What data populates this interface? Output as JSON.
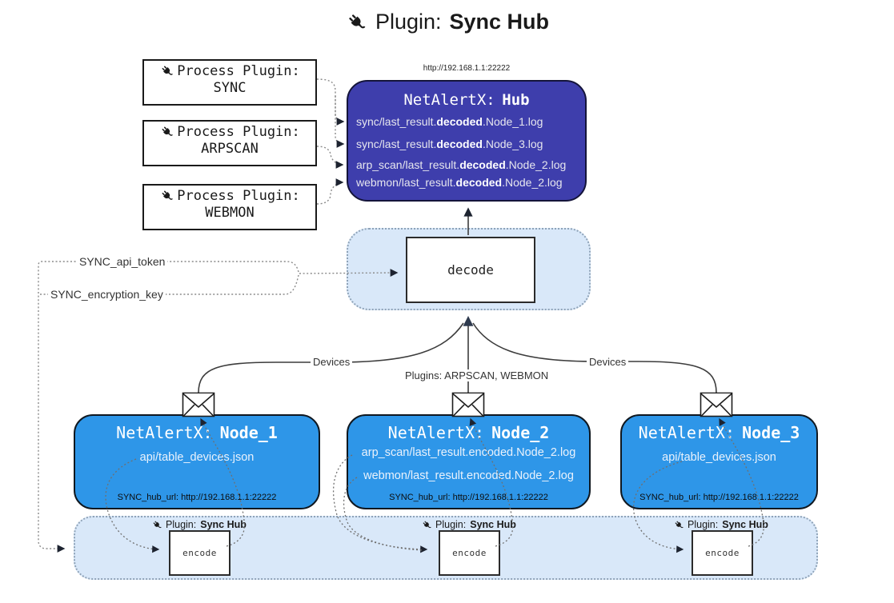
{
  "title": {
    "icon": "plug-icon",
    "prefix": "Plugin:",
    "bold": "Sync Hub"
  },
  "hub": {
    "url": "http://192.168.1.1:22222",
    "name_prefix": "NetAlertX:",
    "name_bold": "Hub",
    "lines": [
      {
        "pre": "sync/last_result.",
        "bold": "decoded",
        "post": ".Node_1.log"
      },
      {
        "pre": "sync/last_result.",
        "bold": "decoded",
        "post": ".Node_3.log"
      },
      {
        "pre": "arp_scan/last_result.",
        "bold": "decoded",
        "post": ".Node_2.log"
      },
      {
        "pre": "webmon/last_result.",
        "bold": "decoded",
        "post": ".Node_2.log"
      }
    ]
  },
  "process_plugins": {
    "label": "Process Plugin:",
    "items": [
      {
        "name": "SYNC"
      },
      {
        "name": "ARPSCAN"
      },
      {
        "name": "WEBMON"
      }
    ]
  },
  "decode": {
    "label": "decode"
  },
  "edge_labels": {
    "api_token": "SYNC_api_token",
    "encryption_key": "SYNC_encryption_key",
    "devices_left": "Devices",
    "devices_right": "Devices",
    "plugins_mid": "Plugins: ARPSCAN, WEBMON"
  },
  "nodes": [
    {
      "name_prefix": "NetAlertX:",
      "name_bold": "Node_1",
      "lines": [
        "api/table_devices.json"
      ],
      "footer": "SYNC_hub_url: http://192.168.1.1:22222"
    },
    {
      "name_prefix": "NetAlertX:",
      "name_bold": "Node_2",
      "lines": [
        "arp_scan/last_result.encoded.Node_2.log",
        "webmon/last_result.encoded.Node_2.log"
      ],
      "footer": "SYNC_hub_url: http://192.168.1.1:22222"
    },
    {
      "name_prefix": "NetAlertX:",
      "name_bold": "Node_3",
      "lines": [
        "api/table_devices.json"
      ],
      "footer": "SYNC_hub_url: http://192.168.1.1:22222"
    }
  ],
  "encoders": [
    {
      "plugin_prefix": "Plugin:",
      "plugin_bold": "Sync Hub",
      "box_label": "encode"
    },
    {
      "plugin_prefix": "Plugin:",
      "plugin_bold": "Sync Hub",
      "box_label": "encode"
    },
    {
      "plugin_prefix": "Plugin:",
      "plugin_bold": "Sync Hub",
      "box_label": "encode"
    }
  ],
  "icons": {
    "plug": "plug-icon",
    "envelope": "envelope-icon"
  },
  "colors": {
    "hub_bg": "#3E3EAC",
    "node_bg": "#2E96E8",
    "container_bg": "#D9E8F9",
    "container_border": "#8FA3B8",
    "box_border": "#1a1a1a"
  }
}
